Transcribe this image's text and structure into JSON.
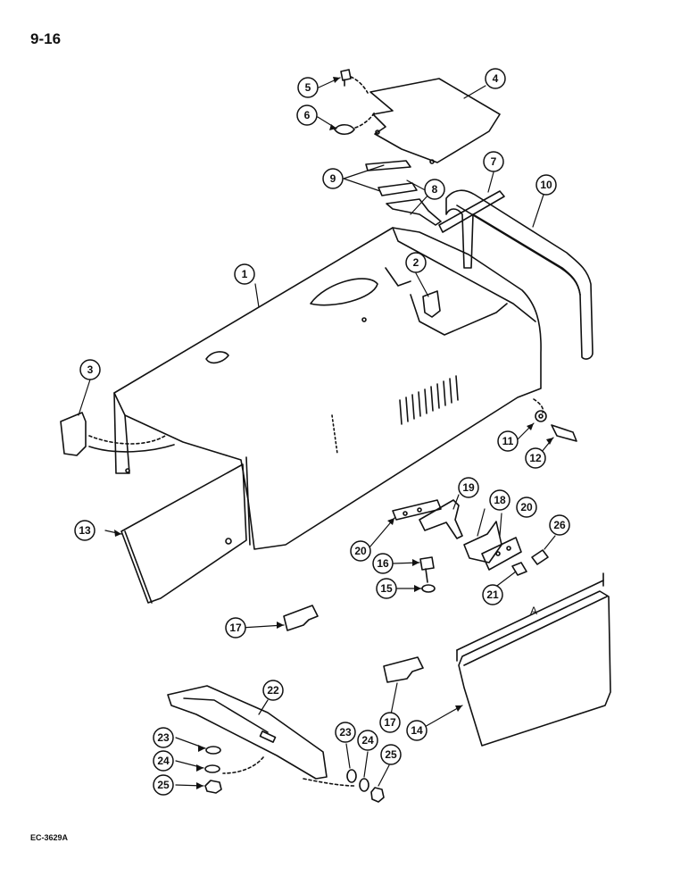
{
  "page_number": "9-16",
  "figure_code": "EC-3629A",
  "dimension_label": "A",
  "callouts": [
    "1",
    "2",
    "3",
    "4",
    "5",
    "6",
    "7",
    "8",
    "9",
    "10",
    "11",
    "12",
    "13",
    "14",
    "15",
    "16",
    "17",
    "17",
    "18",
    "19",
    "20",
    "20",
    "21",
    "22",
    "23",
    "23",
    "24",
    "24",
    "25",
    "25",
    "26"
  ],
  "parts": {
    "hood": "1",
    "clip": "2",
    "front_bumper": "3",
    "cover_plate": "4",
    "screw": "5",
    "wing_nut": "6",
    "seal_strip": "7",
    "strip": "8",
    "strip_pair": "9",
    "rear_seal": "10",
    "washer": "11",
    "bolt": "12",
    "left_side_panel": "13",
    "right_side_panel": "14",
    "washer_small": "15",
    "bolt_small": "16",
    "latch_bracket": "17",
    "hinge_bracket": "18",
    "hinge": "19",
    "plate": "20",
    "nut": "21",
    "support_rail": "22",
    "flat_washer": "23",
    "lock_washer": "24",
    "hex_nut": "25",
    "pin": "26"
  }
}
